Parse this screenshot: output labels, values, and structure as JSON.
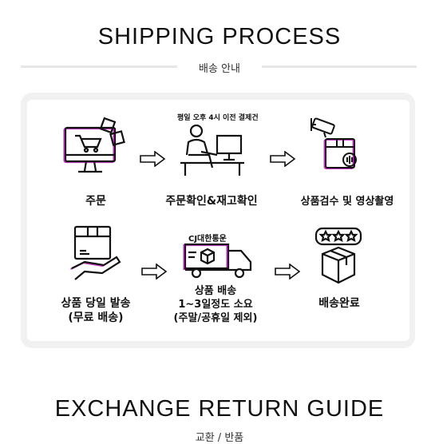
{
  "shipping": {
    "title": "SHIPPING PROCESS",
    "subtitle": "배송 안내",
    "top_row": {
      "order": "주문",
      "confirm": "주문확인&재고확인",
      "confirm_note": "평일 오후 4시 이전 결제건",
      "inspect": "상품검수 및 영상촬영"
    },
    "bottom_row": {
      "same_day_line1": "상품  당일 발송",
      "same_day_line2": "(무료 배송)",
      "courier": "CJ대한통운",
      "delivery_line1": "상품 배송",
      "delivery_line2": "1~3일정도 소요",
      "delivery_line3": "(주말/공휴일 제외)",
      "complete": "배송완료"
    }
  },
  "exchange": {
    "title": "EXCHANGE RETURN GUIDE",
    "subtitle": "교환 / 반품"
  },
  "colors": {
    "card": "#f1f1f1",
    "accent_shadow": "#c83cc8",
    "line": "#111111"
  }
}
